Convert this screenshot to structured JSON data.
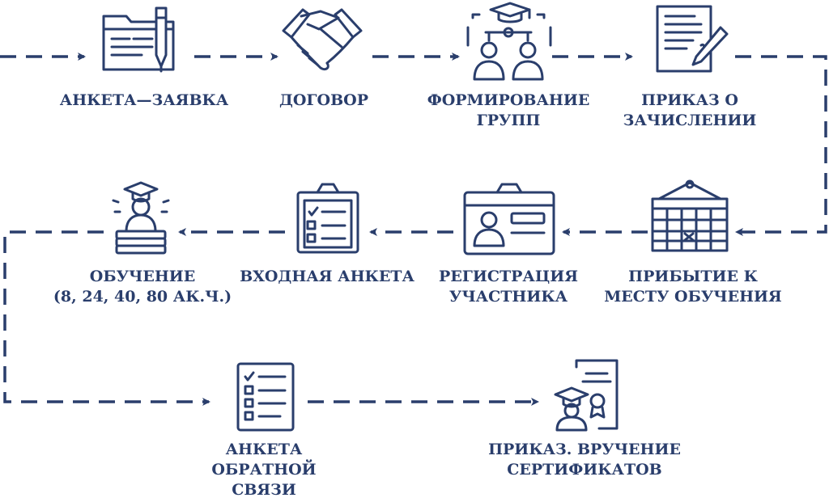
{
  "colors": {
    "primary": "#2a3e6c",
    "background": "#ffffff"
  },
  "steps": [
    {
      "icon": "document-pen-icon",
      "lines": [
        "АНКЕТА—ЗАЯВКА"
      ]
    },
    {
      "icon": "handshake-icon",
      "lines": [
        "ДОГОВОР"
      ]
    },
    {
      "icon": "group-formation-icon",
      "lines": [
        "ФОРМИРОВАНИЕ",
        "ГРУПП"
      ]
    },
    {
      "icon": "order-document-icon",
      "lines": [
        "ПРИКАЗ О",
        "ЗАЧИСЛЕНИИ"
      ]
    },
    {
      "icon": "calendar-icon",
      "lines": [
        "ПРИБЫТИЕ К",
        "МЕСТУ ОБУЧЕНИЯ"
      ]
    },
    {
      "icon": "id-card-icon",
      "lines": [
        "РЕГИСТРАЦИЯ",
        "УЧАСТНИКА"
      ]
    },
    {
      "icon": "clipboard-checklist-icon",
      "lines": [
        "ВХОДНАЯ АНКЕТА"
      ]
    },
    {
      "icon": "graduate-books-icon",
      "lines": [
        "ОБУЧЕНИЕ",
        "(8, 24, 40, 80 АК.Ч.)"
      ]
    },
    {
      "icon": "feedback-form-icon",
      "lines": [
        "АНКЕТА",
        "ОБРАТНОЙ",
        "СВЯЗИ"
      ]
    },
    {
      "icon": "certificate-icon",
      "lines": [
        "ПРИКАЗ. ВРУЧЕНИЕ",
        "СЕРТИФИКАТОВ"
      ]
    }
  ]
}
